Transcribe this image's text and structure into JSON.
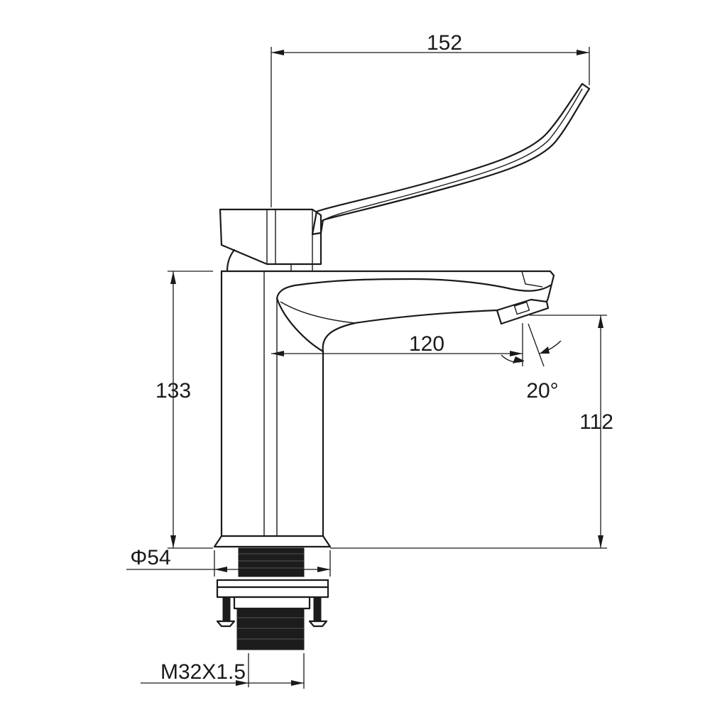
{
  "dimensions": {
    "total_length": "152",
    "spout_reach": "120",
    "body_height": "133",
    "spout_height": "112",
    "spray_angle": "20°",
    "base_diameter": "Φ54",
    "thread_spec": "M32X1.5"
  }
}
